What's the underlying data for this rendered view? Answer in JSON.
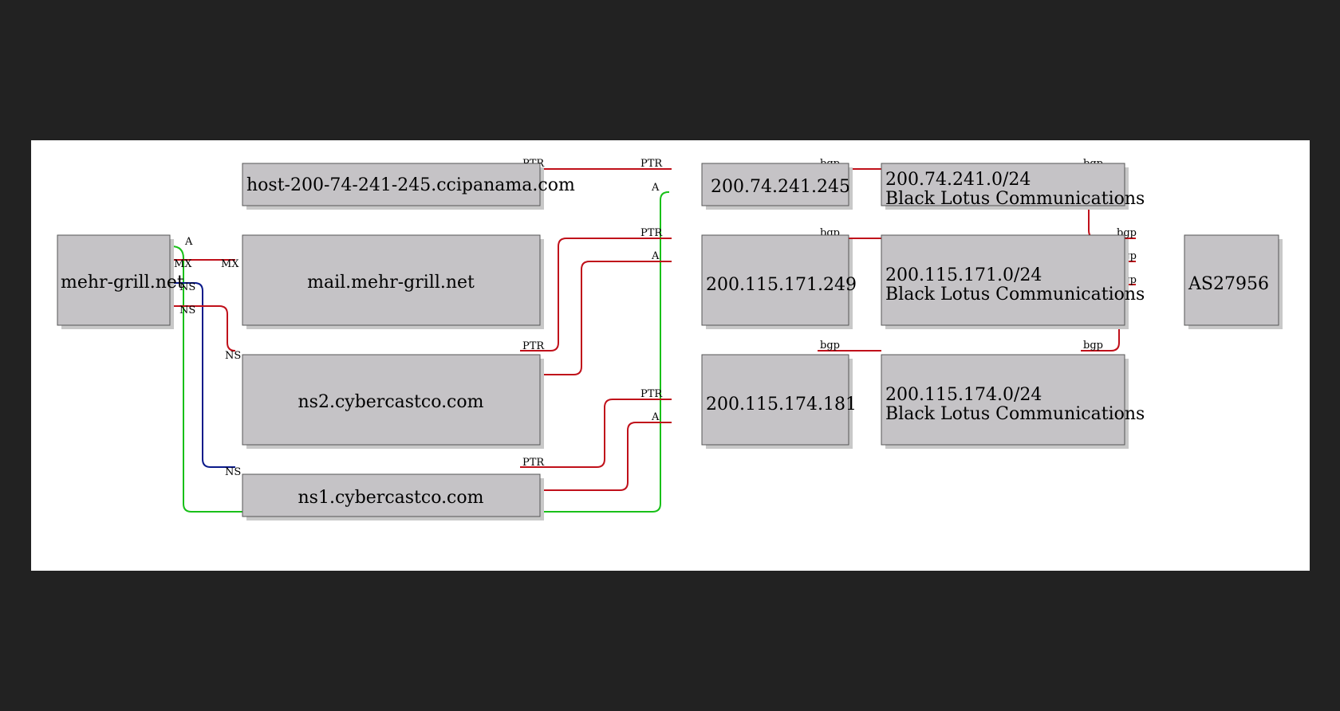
{
  "nodes": {
    "mehr": "mehr-grill.net",
    "mail": "mail.mehr-grill.net",
    "ns2": "ns2.cybercastco.com",
    "ns1": "ns1.cybercastco.com",
    "host": "host-200-74-241-245.ccipanama.com",
    "ip1": "200.74.241.245",
    "ip2": "200.115.171.249",
    "ip3": "200.115.174.181",
    "net1": [
      "200.74.241.0/24",
      "Black Lotus Communications"
    ],
    "net2": [
      "200.115.171.0/24",
      "Black Lotus Communications"
    ],
    "net3": [
      "200.115.174.0/24",
      "Black Lotus Communications"
    ],
    "as": "AS27956"
  },
  "edge_labels": {
    "a": "A",
    "mx": "MX",
    "ns": "NS",
    "ptr": "PTR",
    "bgp": "bgp"
  },
  "colors": {
    "background": "#222222",
    "canvas": "#ffffff",
    "node_fill": "#c5c3c6",
    "red": "#c0101a",
    "green": "#18c018",
    "blue": "#0a1a8a"
  }
}
